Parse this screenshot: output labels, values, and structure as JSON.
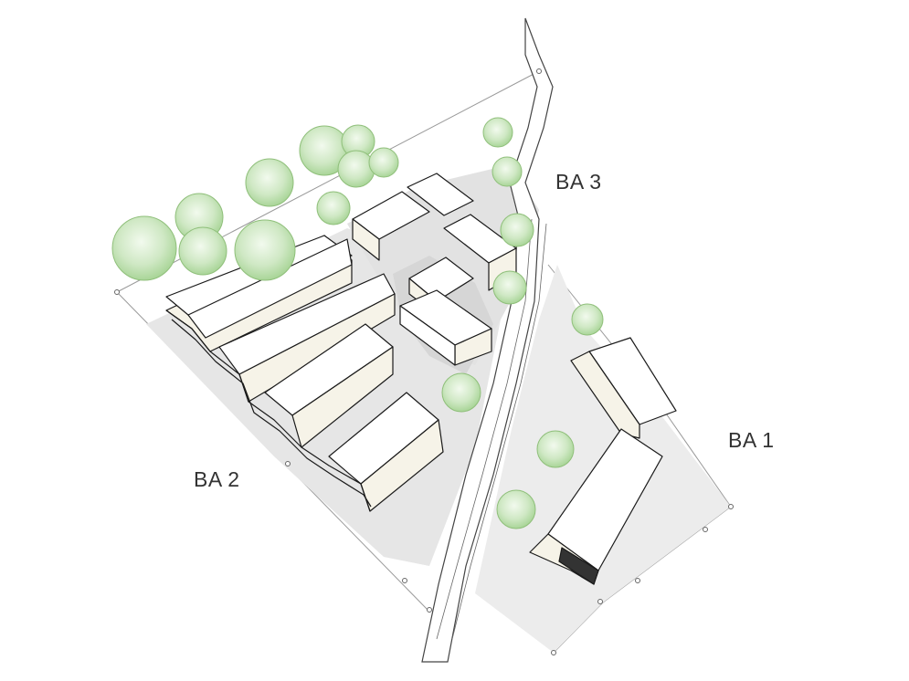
{
  "labels": {
    "ba3": "BA 3",
    "ba1": "BA 1",
    "ba2": "BA 2"
  },
  "colors": {
    "background": "#ffffff",
    "site_area": "#e8e8e8",
    "plaza": "#dcdcdc",
    "building_roof": "#ffffff",
    "building_wall": "#f4f2ea",
    "building_edge": "#1a1a1a",
    "tree_fill": "#cfe8c4",
    "tree_edge": "#8fbf7a",
    "boundary_line": "#9a9a9a"
  },
  "icons": {
    "tree": "tree-icon"
  }
}
